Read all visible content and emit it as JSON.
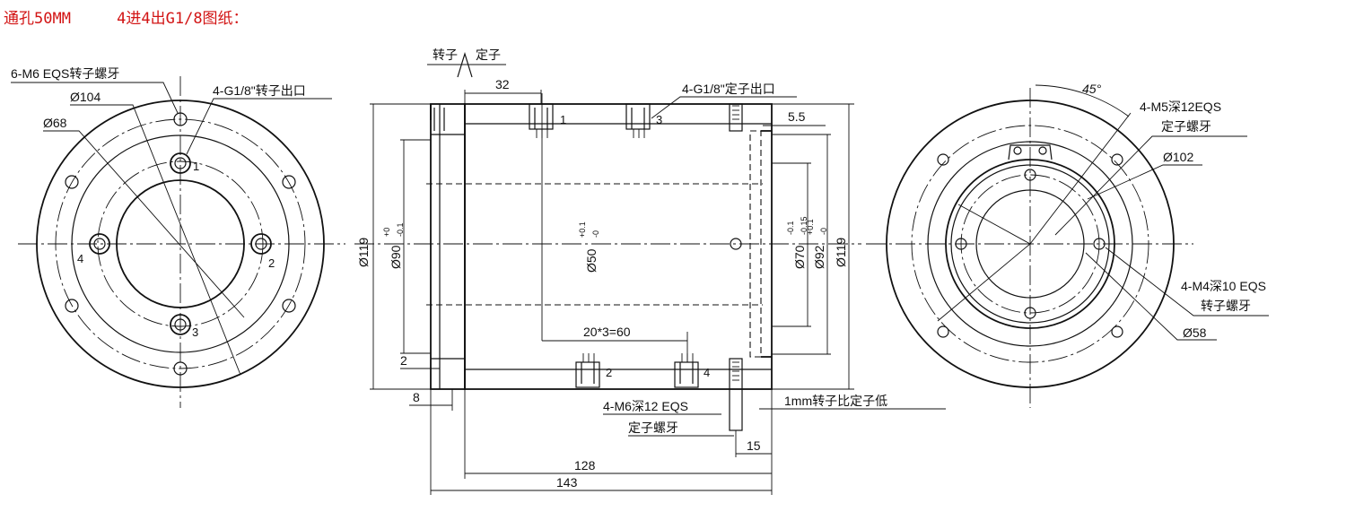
{
  "header": {
    "through_hole": "通孔50MM",
    "ports": "4进4出G1/8图纸："
  },
  "left_view": {
    "rotor_thread": "6-M6 EQS转子螺牙",
    "dia_104": "Ø104",
    "dia_68": "Ø68",
    "rotor_outlet": "4-G1/8\"转子出口",
    "port_nums": [
      "1",
      "2",
      "3",
      "4"
    ]
  },
  "side_view": {
    "rotor": "转子",
    "stator": "定子",
    "dim_32": "32",
    "stator_outlet": "4-G1/8\"定子出口",
    "dim_5_5": "5.5",
    "dia_119_left": "Ø119",
    "dia_90": "Ø90",
    "dia_90_tol_upper": "+0",
    "dia_90_tol_lower": "-0.1",
    "dia_50": "Ø50",
    "dia_50_tol_upper": "+0.1",
    "dia_50_tol_lower": "-0",
    "dia_70": "Ø70",
    "dia_70_tol_upper": "-0.1",
    "dia_70_tol_lower": "-0.15",
    "dia_92": "Ø92",
    "dia_92_tol_upper": "+0.1",
    "dia_92_tol_lower": "-0",
    "dia_119_right": "Ø119",
    "dim_pitch": "20*3=60",
    "dim_2": "2",
    "dim_8": "8",
    "stator_thread_a": "4-M6深12 EQS",
    "stator_thread_b": "定子螺牙",
    "rotor_lower_note": "1mm转子比定子低",
    "dim_15": "15",
    "dim_128": "128",
    "dim_143": "143",
    "port_nums": [
      "1",
      "3",
      "2",
      "4"
    ]
  },
  "right_view": {
    "angle": "45°",
    "m5_a": "4-M5深12EQS",
    "m5_b": "定子螺牙",
    "dia_102": "Ø102",
    "m4_a": "4-M4深10 EQS",
    "m4_b": "转子螺牙",
    "dia_58": "Ø58"
  }
}
